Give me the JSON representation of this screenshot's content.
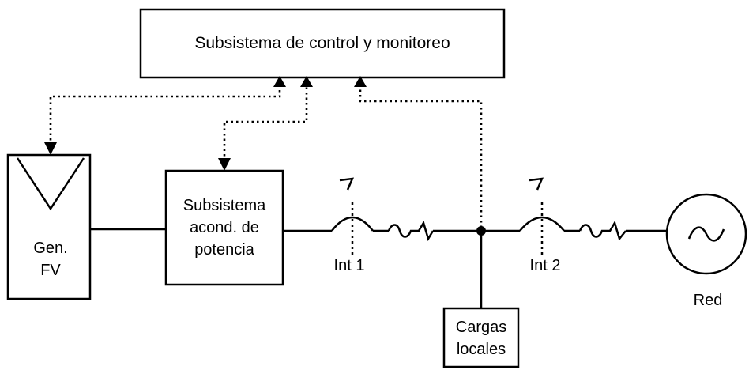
{
  "control_subsystem": {
    "label": "Subsistema de control y monitoreo"
  },
  "pv_generator": {
    "line1": "Gen.",
    "line2": "FV"
  },
  "power_conditioning": {
    "line1": "Subsistema",
    "line2": "acond. de",
    "line3": "potencia"
  },
  "breaker_1": {
    "label": "Int  1"
  },
  "breaker_2": {
    "label": "Int  2"
  },
  "local_loads": {
    "line1": "Cargas",
    "line2": "locales"
  },
  "grid": {
    "label": "Red",
    "symbol": "~"
  },
  "colors": {
    "line": "#000000",
    "background": "#ffffff"
  }
}
